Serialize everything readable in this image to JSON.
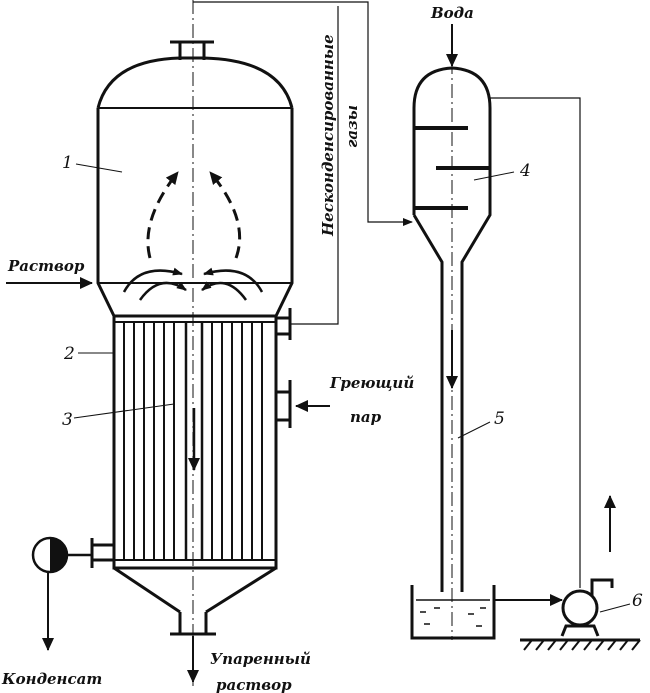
{
  "labels": {
    "voda": "Вода",
    "rastvor": "Раствор",
    "gases_line1": "Несконденсированные",
    "gases_line2": "газы",
    "steam_line1": "Греющий",
    "steam_line2": "пар",
    "condensate": "Конденсат",
    "product_line1": "Упаренный",
    "product_line2": "раствор"
  },
  "numbers": {
    "n1": "1",
    "n2": "2",
    "n3": "3",
    "n4": "4",
    "n5": "5",
    "n6": "6"
  }
}
